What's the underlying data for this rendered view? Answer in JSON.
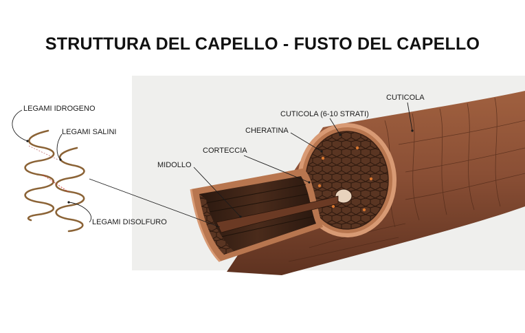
{
  "title": "STRUTTURA DEL CAPELLO - FUSTO DEL CAPELLO",
  "labels": {
    "legami_idrogeno": "LEGAMI IDROGENO",
    "legami_salini": "LEGAMI SALINI",
    "legami_disolfuro": "LEGAMI DISOLFURO",
    "midollo": "MIDOLLO",
    "corteccia": "CORTECCIA",
    "cheratina": "CHERATINA",
    "cuticola_strati": "CUTICOLA (6-10 STRATI)",
    "cuticola": "CUTICOLA"
  },
  "colors": {
    "background_panel": "#efefed",
    "hair_outer": "#8a4f35",
    "hair_inner": "#3a2216",
    "cuticle_edge": "#d89a74",
    "helix": "#8b6336",
    "bond_line": "#d03030"
  }
}
